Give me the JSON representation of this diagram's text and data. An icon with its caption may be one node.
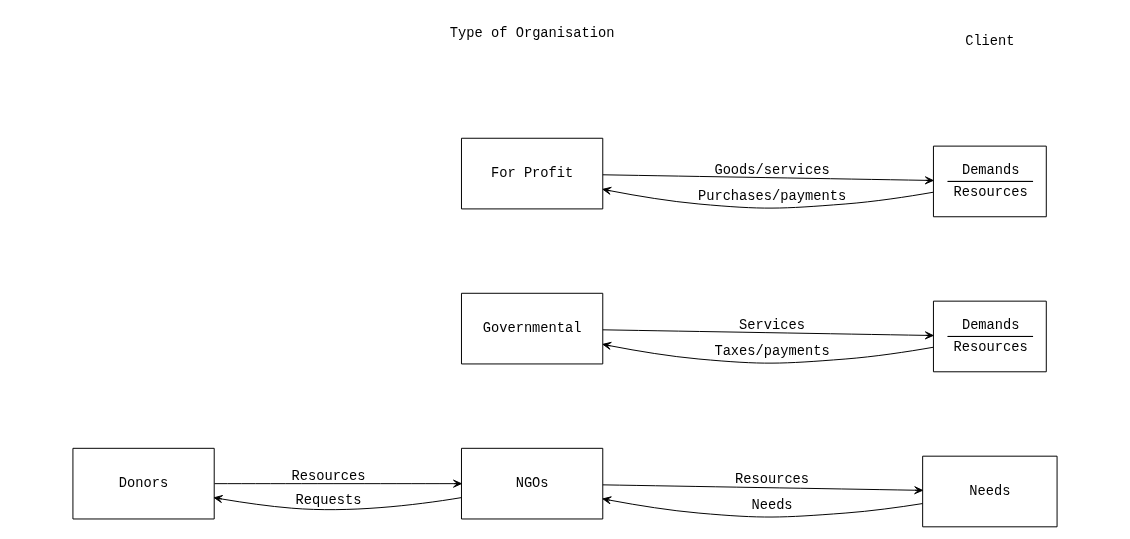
{
  "diagram": {
    "nodes": [
      {
        "text": [
          "For Profit"
        ]
      },
      {
        "text": [
          "Demands",
          "Resources"
        ]
      },
      {
        "text": [
          "Governmental"
        ]
      },
      {
        "text": [
          "Demands",
          "Resources"
        ]
      },
      {
        "text": [
          "Donors"
        ]
      },
      {
        "text": [
          "NGOs"
        ]
      },
      {
        "text": [
          "Needs"
        ]
      }
    ],
    "edges": [
      {
        "from": 0,
        "to": 1,
        "arrow": "to",
        "label": "Goods/services"
      },
      {
        "from": 1,
        "to": 0,
        "arrow": "to",
        "label": "Purchases/payments"
      },
      {
        "from": 2,
        "to": 3,
        "arrow": "to",
        "label": "Services"
      },
      {
        "from": 3,
        "to": 2,
        "arrow": "to",
        "label": "Taxes/payments"
      },
      {
        "from": 4,
        "to": 5,
        "arrow": "to",
        "label": "Resources"
      },
      {
        "from": 5,
        "to": 4,
        "arrow": "to",
        "label": "Requests"
      },
      {
        "from": 5,
        "to": 6,
        "arrow": "to",
        "label": "Resources"
      },
      {
        "from": 6,
        "to": 5,
        "arrow": "to",
        "label": "Needs"
      }
    ],
    "labels": [
      "Type of Organisation",
      "Client"
    ]
  }
}
